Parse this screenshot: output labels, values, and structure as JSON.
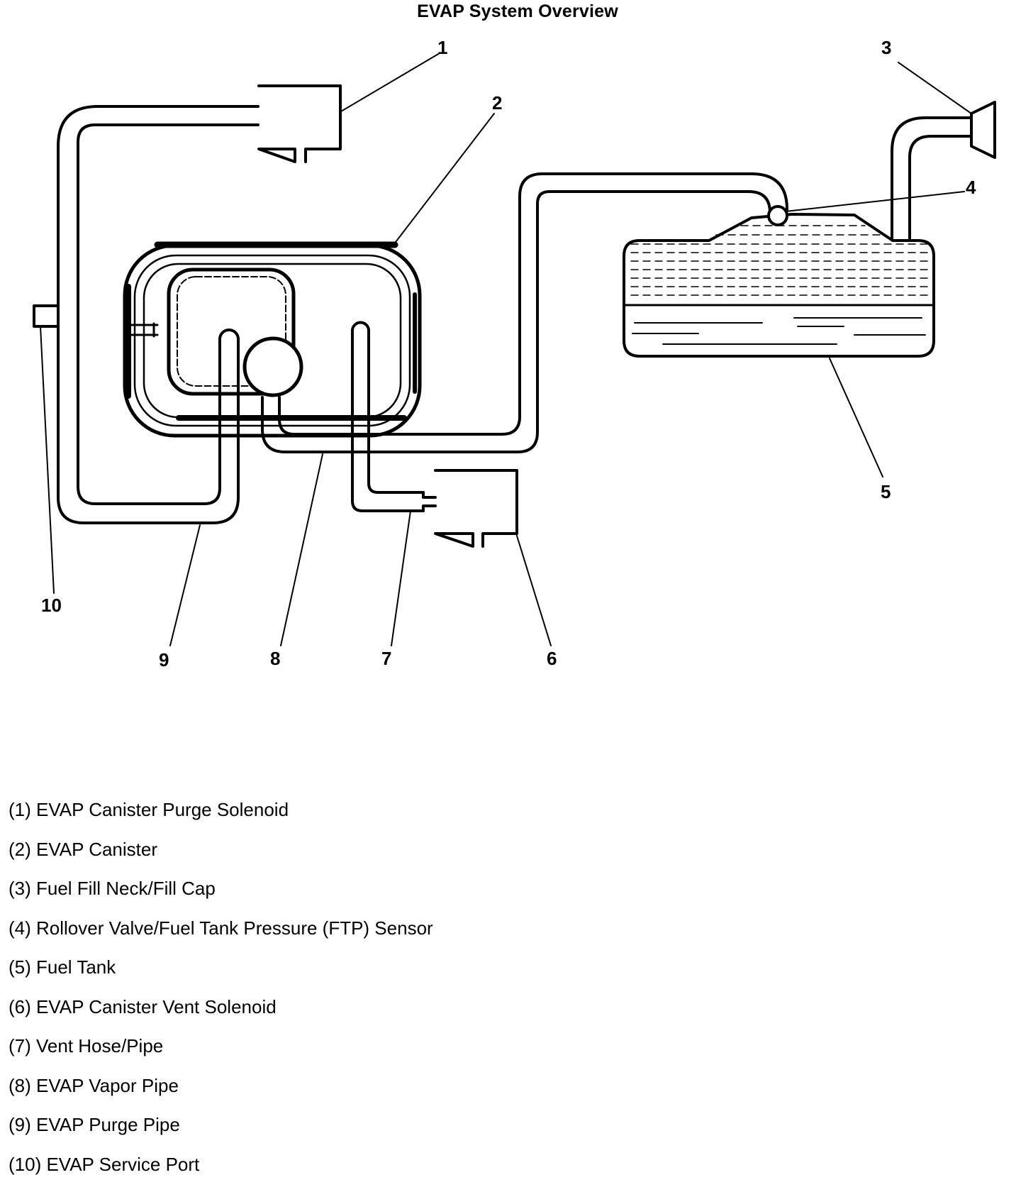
{
  "title": "EVAP System Overview",
  "callouts": [
    "1",
    "2",
    "3",
    "4",
    "5",
    "6",
    "7",
    "8",
    "9",
    "10"
  ],
  "legend": [
    {
      "text": "(1) EVAP Canister Purge Solenoid"
    },
    {
      "text": "(2) EVAP Canister"
    },
    {
      "text": "(3) Fuel Fill Neck/Fill Cap"
    },
    {
      "text": "(4) Rollover Valve/Fuel Tank Pressure (FTP) Sensor"
    },
    {
      "text": "(5) Fuel Tank"
    },
    {
      "text": "(6) EVAP Canister Vent Solenoid"
    },
    {
      "text": "(7) Vent Hose/Pipe"
    },
    {
      "text": "(8) EVAP Vapor Pipe"
    },
    {
      "text": "(9) EVAP Purge Pipe"
    },
    {
      "text": "(10) EVAP Service Port"
    }
  ]
}
